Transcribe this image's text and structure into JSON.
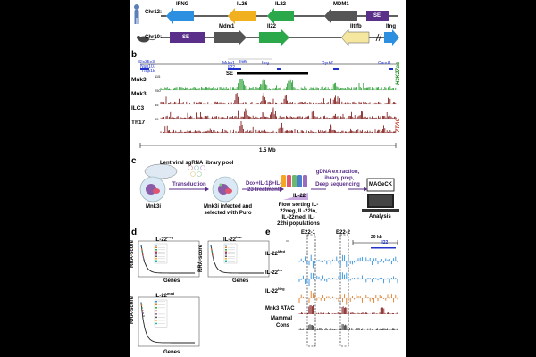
{
  "panel_a": {
    "human_chr": "Chr12:",
    "mouse_chr": "Chr10:",
    "human_genes": [
      "IFNG",
      "IL26",
      "IL22",
      "MDM1",
      "SE"
    ],
    "mouse_genes": [
      "SE",
      "Mdm1",
      "Il22",
      "Iltifb",
      "Ifng"
    ]
  },
  "panel_b": {
    "label": "b",
    "gene_labels": [
      "Slc35e3",
      "Nup107",
      "Rap1b",
      "Mdm1",
      "Il22",
      "Iltifb",
      "Ifng",
      "Dyrk2",
      "Cand1"
    ],
    "se_label": "SE",
    "tracks": [
      {
        "name": "Mnk3",
        "scale": "115"
      },
      {
        "name": "Mnk3",
        "scale": "250"
      },
      {
        "name": "ILC3",
        "scale": "55"
      },
      {
        "name": "Th17",
        "scale": "55"
      }
    ],
    "h3k27ac": "H3K27ac",
    "atac": "ATAC",
    "scale_bar": "1.5 Mb"
  },
  "panel_c": {
    "label": "c",
    "title": "Lentiviral sgRNA library pool",
    "transduction": "Transduction",
    "cell1": "Mnk3i",
    "cell2": "Mnk3i infected and selected with Puro",
    "treatment": "Dox+IL-1β+IL-23 treatment",
    "il22": "IL-22",
    "flow": "Flow sorting IL-22neg, IL-22lo, IL-22med, IL-22hi populations",
    "ngs": "gDNA extraction, Library prep, Deep sequencing",
    "mageck": "MAGeCK",
    "analysis": "Analysis"
  },
  "panel_d": {
    "label": "d",
    "plots": [
      {
        "title": "IL-22",
        "sup": "neg",
        "ylabel": "RRA-score",
        "xlabel": "Genes"
      },
      {
        "title": "IL-22",
        "sup": "low",
        "ylabel": "RRA-score",
        "xlabel": "Genes"
      },
      {
        "title": "IL-22",
        "sup": "med",
        "ylabel": "RRA-score",
        "xlabel": "Genes"
      }
    ]
  },
  "panel_e": {
    "label": "e",
    "e1": "E22-1",
    "e2": "E22-2",
    "scale": "20 kb",
    "gene": "Il22",
    "rows": [
      {
        "name": "IL-22",
        "sup": "Med"
      },
      {
        "name": "IL-22",
        "sup": "Lo"
      },
      {
        "name": "IL-22",
        "sup": "Neg"
      }
    ],
    "atac": "Mnk3 ATAC",
    "cons1": "Mammal",
    "cons2": "Cons"
  },
  "colors": {
    "blue": "#2d8fe0",
    "yellow": "#f0b020",
    "green": "#2aa84a",
    "gray": "#555555",
    "purple": "#5a2f8a",
    "maroon": "#7a0d0d",
    "h3k27ac": "#1f9a2a",
    "orange": "#e07a20"
  }
}
